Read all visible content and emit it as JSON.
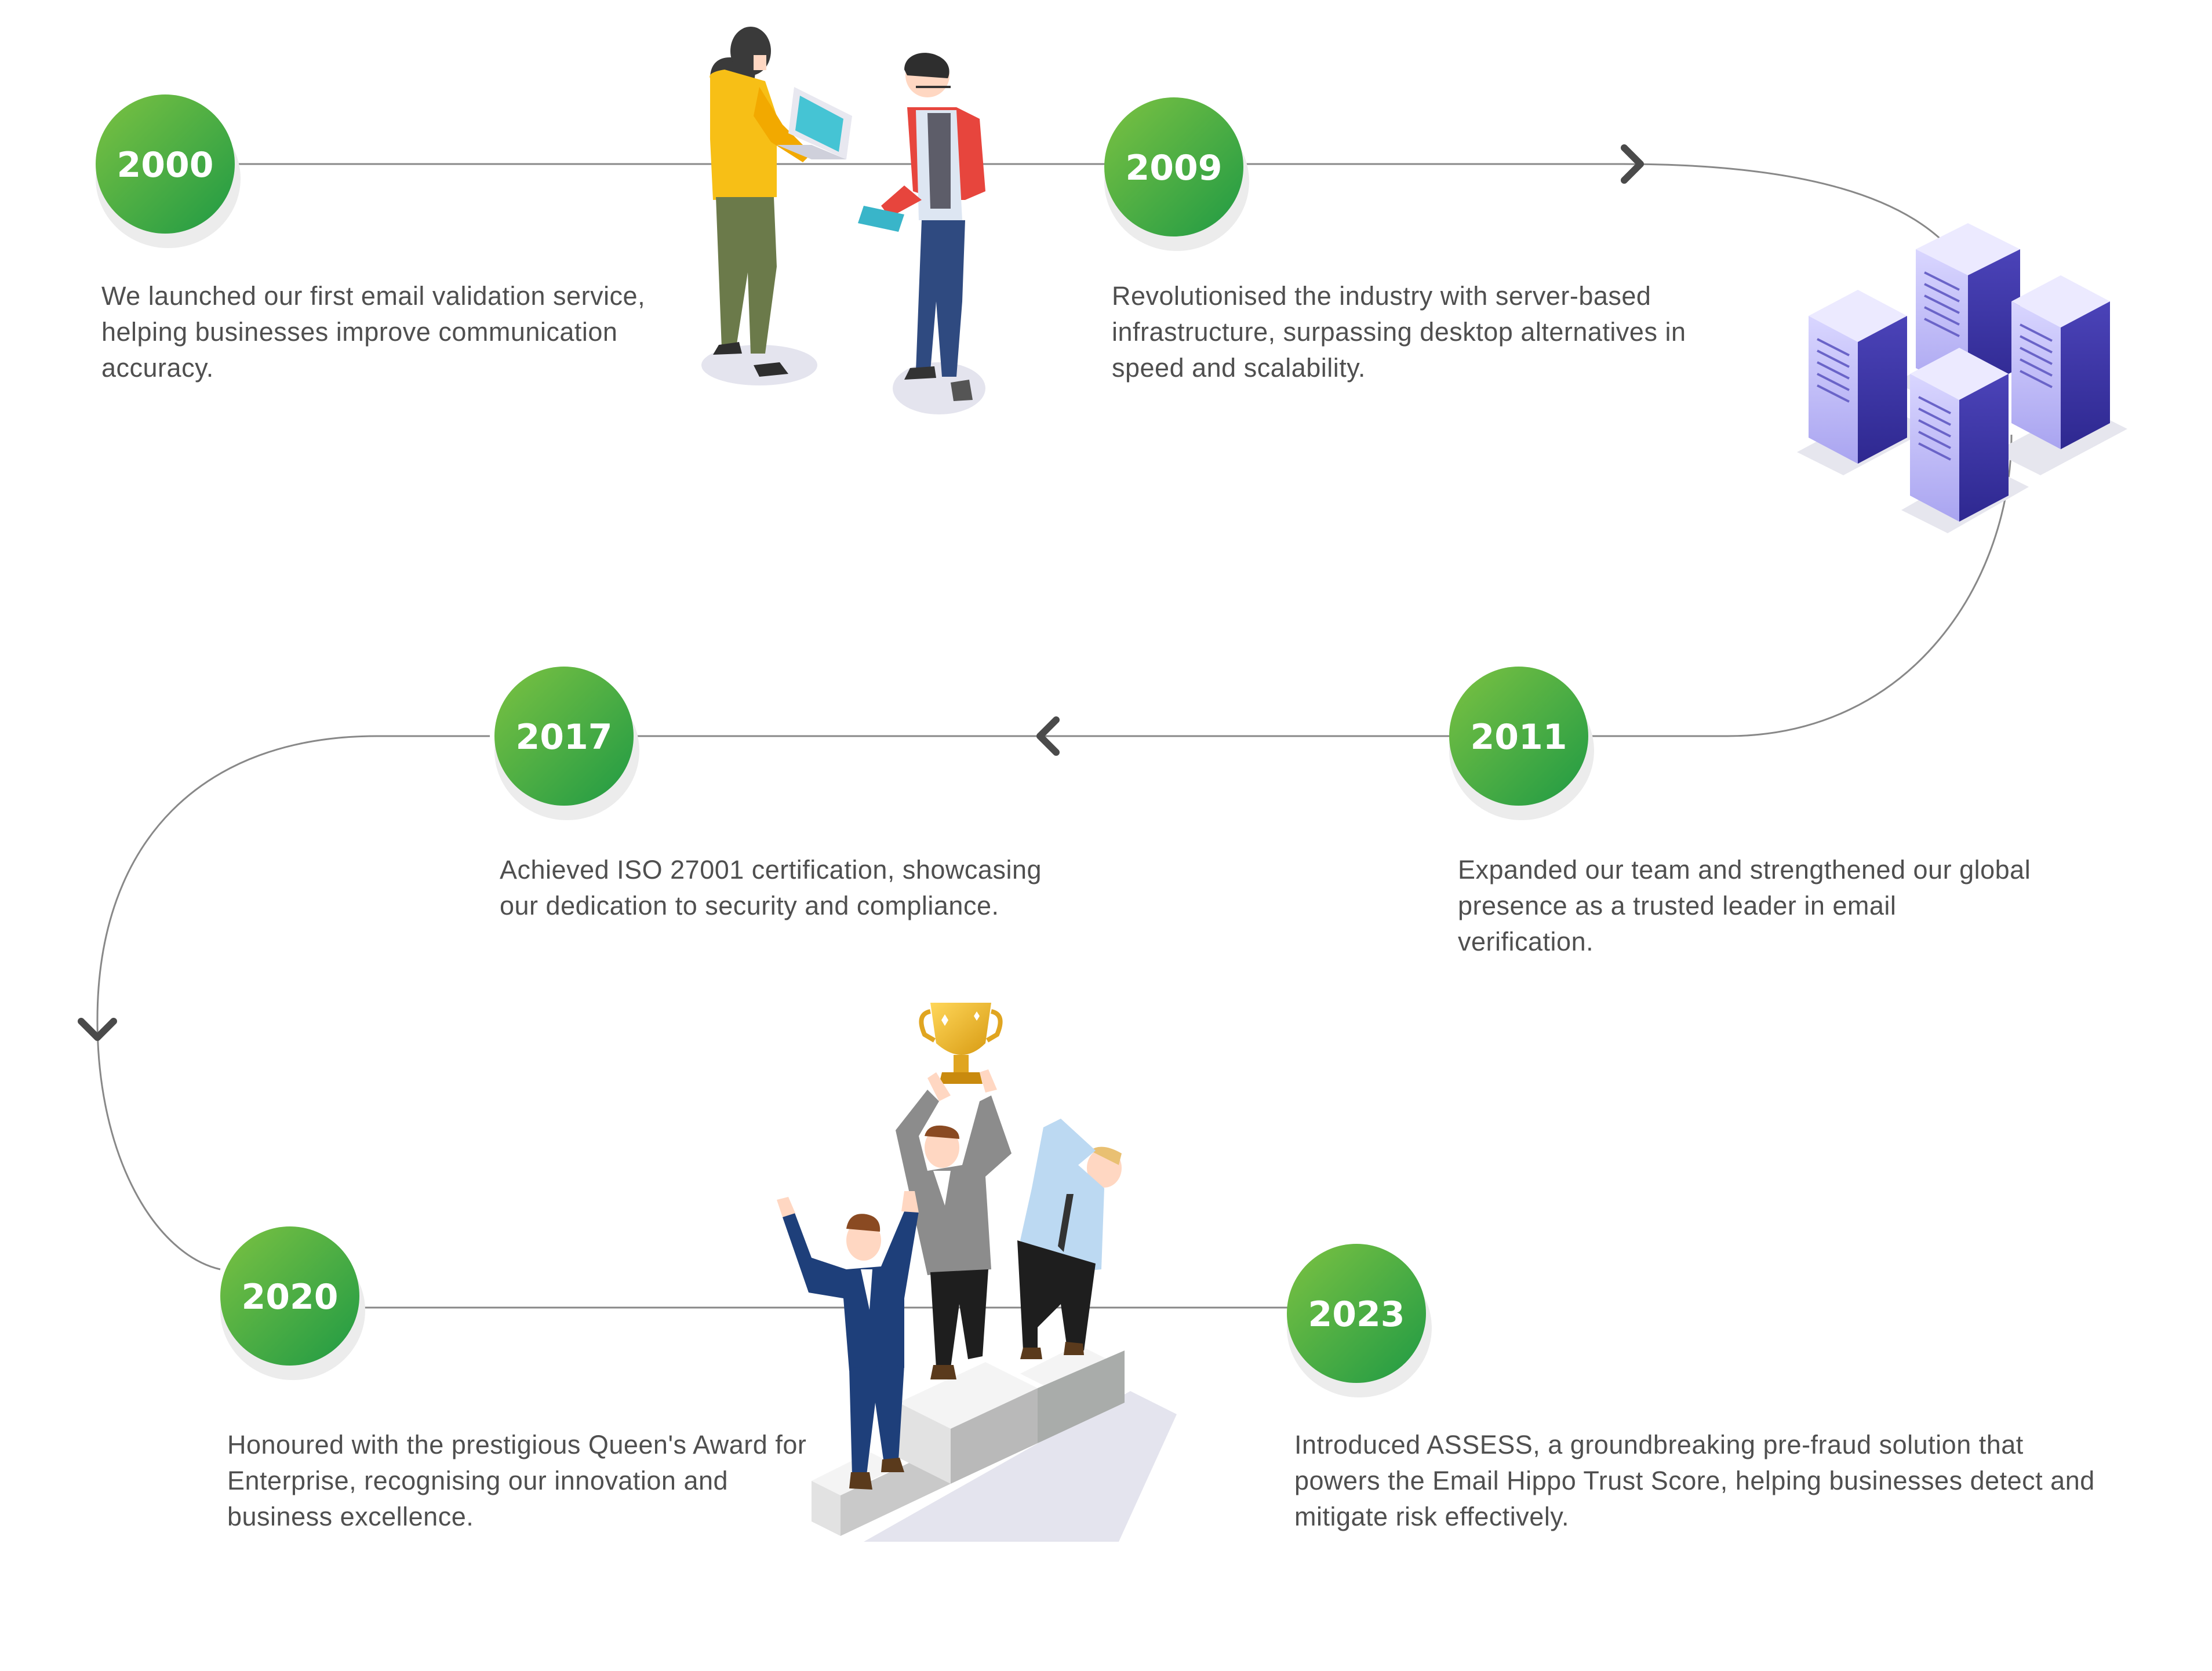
{
  "milestones": [
    {
      "year": "2000",
      "description": "We launched our first email validation service, helping businesses improve communication accuracy."
    },
    {
      "year": "2009",
      "description": "Revolutionised the industry with server-based infrastructure, surpassing desktop alternatives in speed and scalability."
    },
    {
      "year": "2011",
      "description": "Expanded our team and strengthened our global presence as a trusted leader in email verification."
    },
    {
      "year": "2017",
      "description": "Achieved ISO 27001 certification, showcasing our dedication to security and compliance."
    },
    {
      "year": "2020",
      "description": "Honoured with the prestigious Queen's Award for Enterprise, recognising our innovation and business excellence."
    },
    {
      "year": "2023",
      "description": "Introduced ASSESS, a groundbreaking pre-fraud solution that powers the Email Hippo Trust Score, helping businesses detect and mitigate risk effectively."
    }
  ],
  "colors": {
    "circle_light": "#7cc242",
    "circle_dark": "#1f9a45",
    "line": "#888888",
    "arrow": "#4a4a4a",
    "text": "#4f4f4f"
  },
  "illustrations": [
    "two-people-with-laptop",
    "server-racks",
    "winners-podium-trophy"
  ]
}
